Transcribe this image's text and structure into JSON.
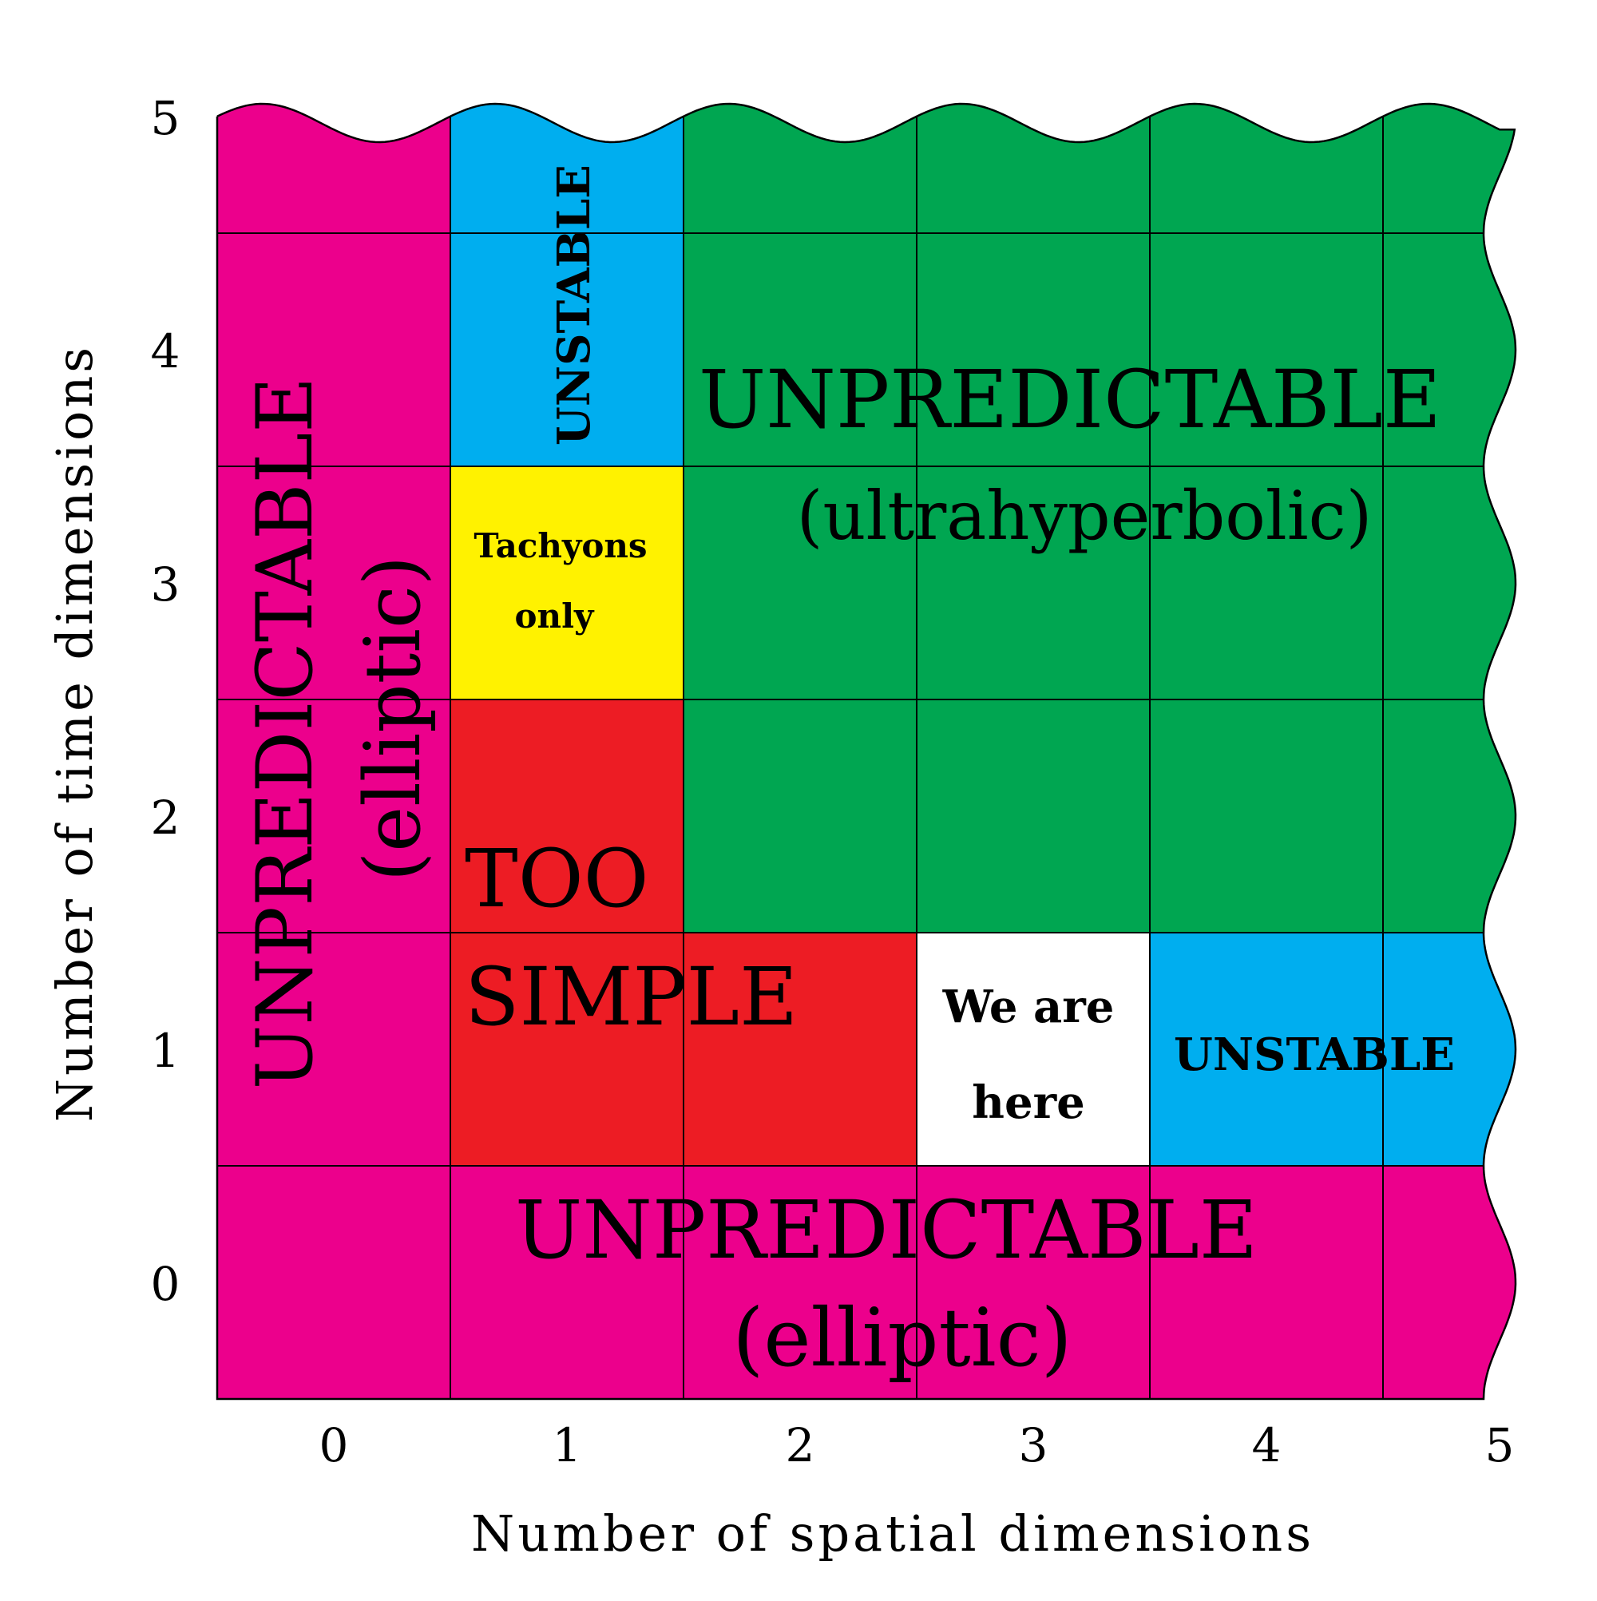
{
  "chart_data": {
    "type": "heatmap",
    "xlabel": "Number of spatial dimensions",
    "ylabel": "Number of time dimensions",
    "x_ticks": [
      "0",
      "1",
      "2",
      "3",
      "4",
      "5"
    ],
    "y_ticks": [
      "0",
      "1",
      "2",
      "3",
      "4",
      "5"
    ],
    "colors": {
      "unpredictable_elliptic": "#EC008C",
      "unstable": "#00AEEF",
      "tachyons": "#FFF200",
      "too_simple": "#ED1C24",
      "ultrahyperbolic": "#00A651",
      "we_are_here": "#FFFFFF"
    },
    "regions": [
      {
        "id": "bottom_elliptic",
        "category": "unpredictable_elliptic",
        "cells": "time=0, space=0..5"
      },
      {
        "id": "left_elliptic",
        "category": "unpredictable_elliptic",
        "cells": "space=0, time=0..5"
      },
      {
        "id": "too_simple",
        "category": "too_simple",
        "cells": "space=1, time=1..2; space=2, time=1"
      },
      {
        "id": "tachyons",
        "category": "tachyons",
        "cells": "space=1, time=3"
      },
      {
        "id": "unstable_top",
        "category": "unstable",
        "cells": "space=1, time=4..5"
      },
      {
        "id": "ultrahyperbolic",
        "category": "ultrahyperbolic",
        "cells": "space=2..5, time=2..5"
      },
      {
        "id": "we_are_here",
        "category": "we_are_here",
        "cells": "space=3, time=1"
      },
      {
        "id": "unstable_right",
        "category": "unstable",
        "cells": "space=4..5, time=1"
      }
    ],
    "labels": {
      "left_line1": "UNPREDICTABLE",
      "left_line2": "(elliptic)",
      "bottom_line1": "UNPREDICTABLE",
      "bottom_line2": "(elliptic)",
      "top_unstable": "UNSTABLE",
      "right_unstable": "UNSTABLE",
      "tachyons_line1": "Tachyons",
      "tachyons_line2": "only",
      "too_simple_line1": "TOO",
      "too_simple_line2": "SIMPLE",
      "we_line1": "We are",
      "we_line2": "here",
      "ultra_line1": "UNPREDICTABLE",
      "ultra_line2": "(ultrahyperbolic)"
    }
  }
}
